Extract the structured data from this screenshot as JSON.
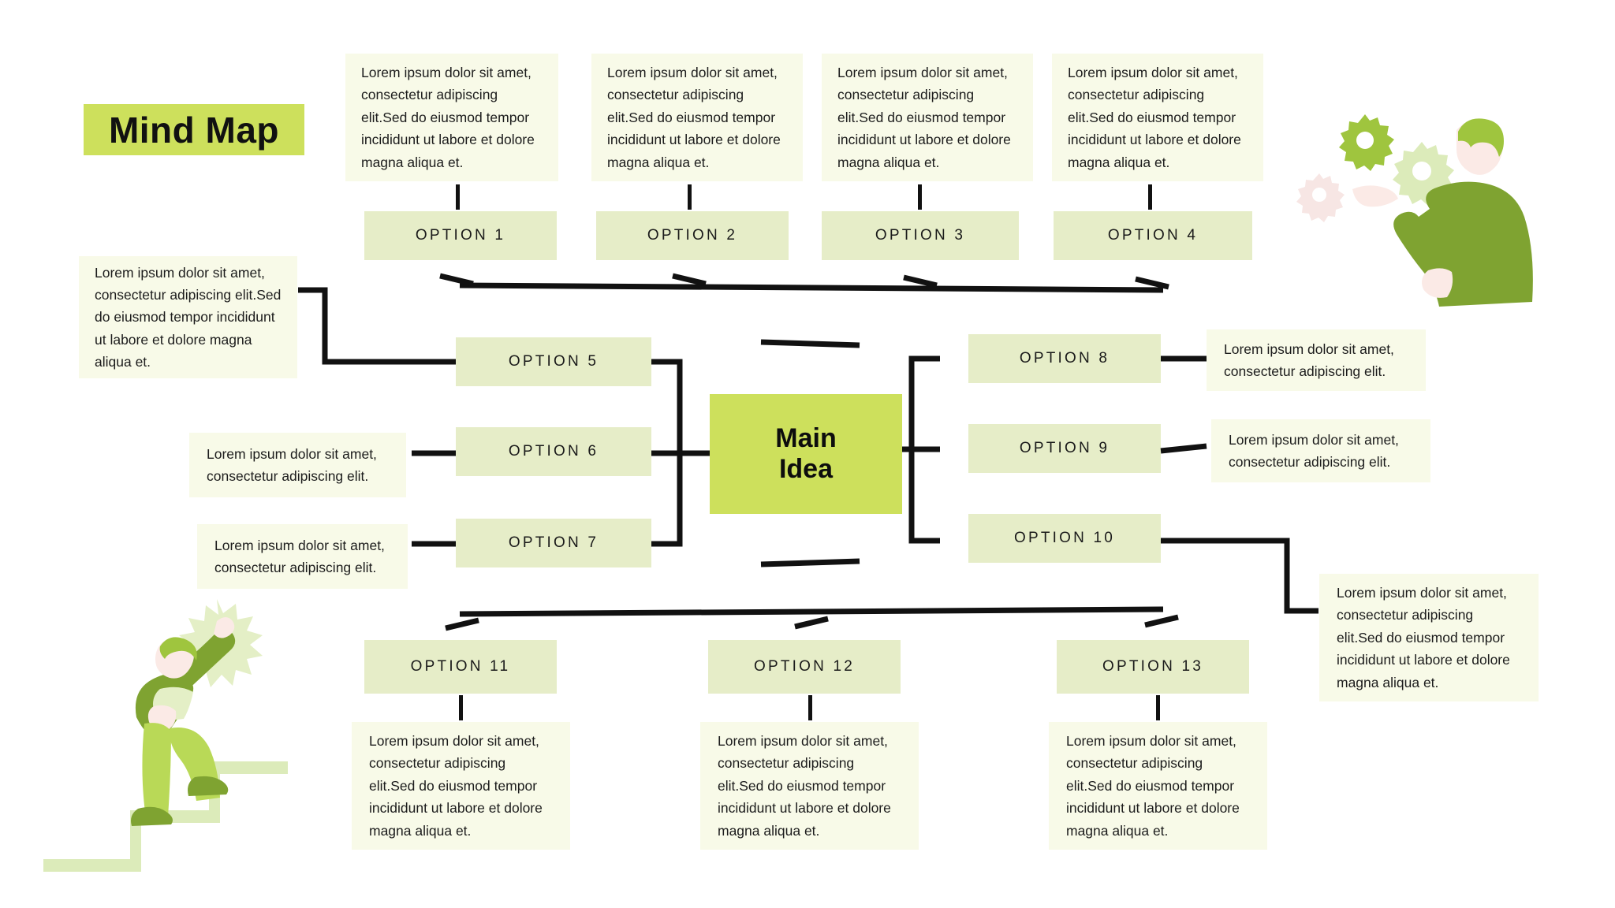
{
  "page": {
    "title": "Mind Map",
    "background": "#ffffff"
  },
  "colors": {
    "accent_bright": "#cde05c",
    "option_fill": "#e6edc8",
    "note_fill": "#f8fae8",
    "line": "#111111",
    "illustration_dark_green": "#7fa331",
    "illustration_mid_green": "#9fc53e",
    "illustration_light_green": "#b9d957",
    "illustration_pale_green": "#dcebba",
    "illustration_pink": "#f7e6e4",
    "illustration_skin": "#fbeae6"
  },
  "lorem": {
    "long": "Lorem ipsum dolor sit amet, consectetur adipiscing elit.Sed do eiusmod tempor incididunt ut labore et dolore magna aliqua et.",
    "short": "Lorem ipsum dolor sit amet, consectetur adipiscing elit."
  },
  "center": {
    "label": "Main Idea",
    "line1": "Main",
    "line2": "Idea"
  },
  "options": [
    {
      "id": 1,
      "label": "OPTION 1"
    },
    {
      "id": 2,
      "label": "OPTION 2"
    },
    {
      "id": 3,
      "label": "OPTION 3"
    },
    {
      "id": 4,
      "label": "OPTION 4"
    },
    {
      "id": 5,
      "label": "OPTION 5"
    },
    {
      "id": 6,
      "label": "OPTION 6"
    },
    {
      "id": 7,
      "label": "OPTION 7"
    },
    {
      "id": 8,
      "label": "OPTION 8"
    },
    {
      "id": 9,
      "label": "OPTION 9"
    },
    {
      "id": 10,
      "label": "OPTION 10"
    },
    {
      "id": 11,
      "label": "OPTION 11"
    },
    {
      "id": 12,
      "label": "OPTION 12"
    },
    {
      "id": 13,
      "label": "OPTION 13"
    }
  ],
  "notes": {
    "top1": "Lorem ipsum dolor sit amet, consectetur adipiscing elit.Sed do eiusmod tempor incididunt ut labore et dolore magna aliqua et.",
    "top2": "Lorem ipsum dolor sit amet, consectetur adipiscing elit.Sed do eiusmod tempor incididunt ut labore et dolore magna aliqua et.",
    "top3": "Lorem ipsum dolor sit amet, consectetur adipiscing elit.Sed do eiusmod tempor incididunt ut labore et dolore magna aliqua et.",
    "top4": "Lorem ipsum dolor sit amet, consectetur adipiscing elit.Sed do eiusmod tempor incididunt ut labore et dolore magna aliqua et.",
    "left_top": "Lorem ipsum dolor sit amet, consectetur adipiscing elit.Sed do eiusmod tempor incididunt ut labore et dolore magna aliqua et.",
    "left_mid": "Lorem ipsum dolor sit amet, consectetur adipiscing elit.",
    "left_low": "Lorem ipsum dolor sit amet, consectetur adipiscing elit.",
    "right_top": "Lorem ipsum dolor sit amet, consectetur adipiscing elit.",
    "right_mid": "Lorem ipsum dolor sit amet, consectetur adipiscing elit.",
    "right_low": "Lorem ipsum dolor sit amet, consectetur adipiscing elit.Sed do eiusmod tempor incididunt ut labore et dolore magna aliqua et.",
    "bottom1": "Lorem ipsum dolor sit amet, consectetur adipiscing elit.Sed do eiusmod tempor incididunt ut labore et dolore magna aliqua et.",
    "bottom2": "Lorem ipsum dolor sit amet, consectetur adipiscing elit.Sed do eiusmod tempor incididunt ut labore et dolore magna aliqua et.",
    "bottom3": "Lorem ipsum dolor sit amet, consectetur adipiscing elit.Sed do eiusmod tempor incididunt ut labore et dolore magna aliqua et."
  },
  "illustrations": {
    "thinker": "person-with-gears-illustration",
    "climber": "person-climbing-stairs-illustration",
    "gear_large": "gear-icon",
    "gear_pale": "gear-icon",
    "gear_pink": "gear-icon",
    "star": "star-burst-icon"
  }
}
